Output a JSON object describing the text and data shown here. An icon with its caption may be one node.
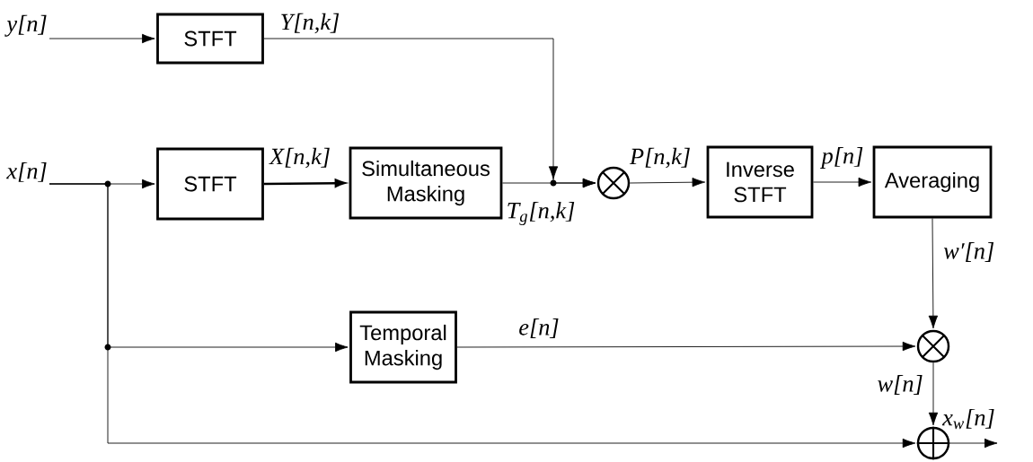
{
  "diagram": {
    "nodes": [
      {
        "text": [
          "y[n]"
        ]
      },
      {
        "text": [
          "STFT"
        ]
      },
      {
        "text": [
          "x[n]"
        ]
      },
      {
        "text": [
          "STFT"
        ]
      },
      {
        "text": [
          "Simultaneous Masking"
        ]
      },
      {
        "text": [],
        "shape": "circle"
      },
      {
        "text": [
          "Inverse STFT"
        ]
      },
      {
        "text": [
          "Averaging"
        ]
      },
      {
        "text": [
          "Temporal Masking"
        ]
      },
      {
        "text": [],
        "shape": "circle"
      },
      {
        "text": [],
        "shape": "circle"
      }
    ],
    "edges": [
      {
        "from": 0,
        "to": 1,
        "arrow": "to"
      },
      {
        "from": 2,
        "to": 3,
        "arrow": "to"
      },
      {
        "from": 2,
        "to": 8,
        "arrow": "to"
      },
      {
        "from": 2,
        "to": 10,
        "arrow": "to"
      },
      {
        "from": 3,
        "to": 4,
        "arrow": "to",
        "label": "X[n,k]"
      },
      {
        "from": 1,
        "to": 5,
        "arrow": "to",
        "label": "Y[n,k]"
      },
      {
        "from": 4,
        "to": 5,
        "arrow": "to",
        "label": "T$_{g}$[n,k]"
      },
      {
        "from": 5,
        "to": 6,
        "arrow": "to",
        "label": "P[n,k]"
      },
      {
        "from": 6,
        "to": 7,
        "arrow": "to",
        "label": "p[n]"
      },
      {
        "from": 7,
        "to": 9,
        "arrow": "to",
        "label": "w′[n]"
      },
      {
        "from": 8,
        "to": 9,
        "arrow": "to",
        "label": "e[n]"
      },
      {
        "from": 9,
        "to": 10,
        "arrow": "to",
        "label": "w[n]"
      },
      {
        "from": 10,
        "to": null,
        "arrow": "to",
        "label": "x$_{w}$[n]"
      }
    ]
  }
}
